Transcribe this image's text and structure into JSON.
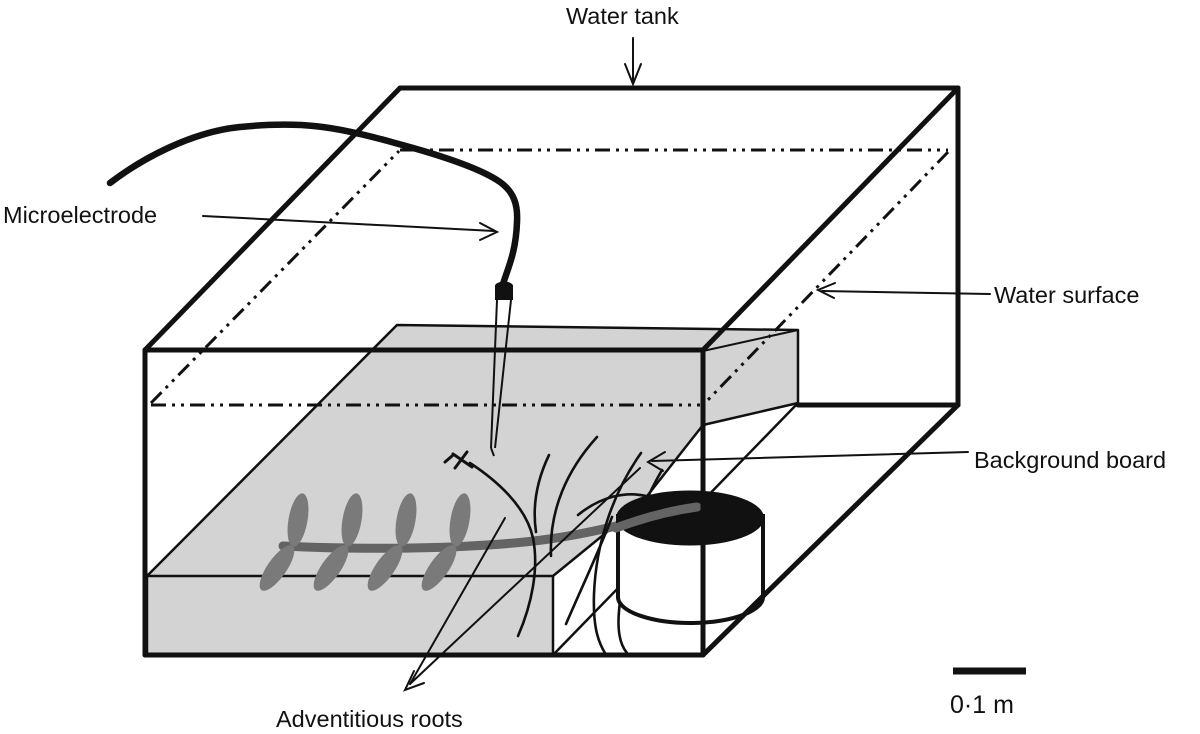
{
  "labels": {
    "water_tank": "Water tank",
    "microelectrode": "Microelectrode",
    "water_surface": "Water surface",
    "background_board": "Background board",
    "adventitious_roots": "Adventitious roots",
    "scale_bar": "0·1 m"
  },
  "palette": {
    "line_black": "#111111",
    "board_gray": "#d3d3d3",
    "rhizome_gray": "#646464",
    "leaf_gray": "#7a7a7a",
    "background_white": "#ffffff"
  }
}
